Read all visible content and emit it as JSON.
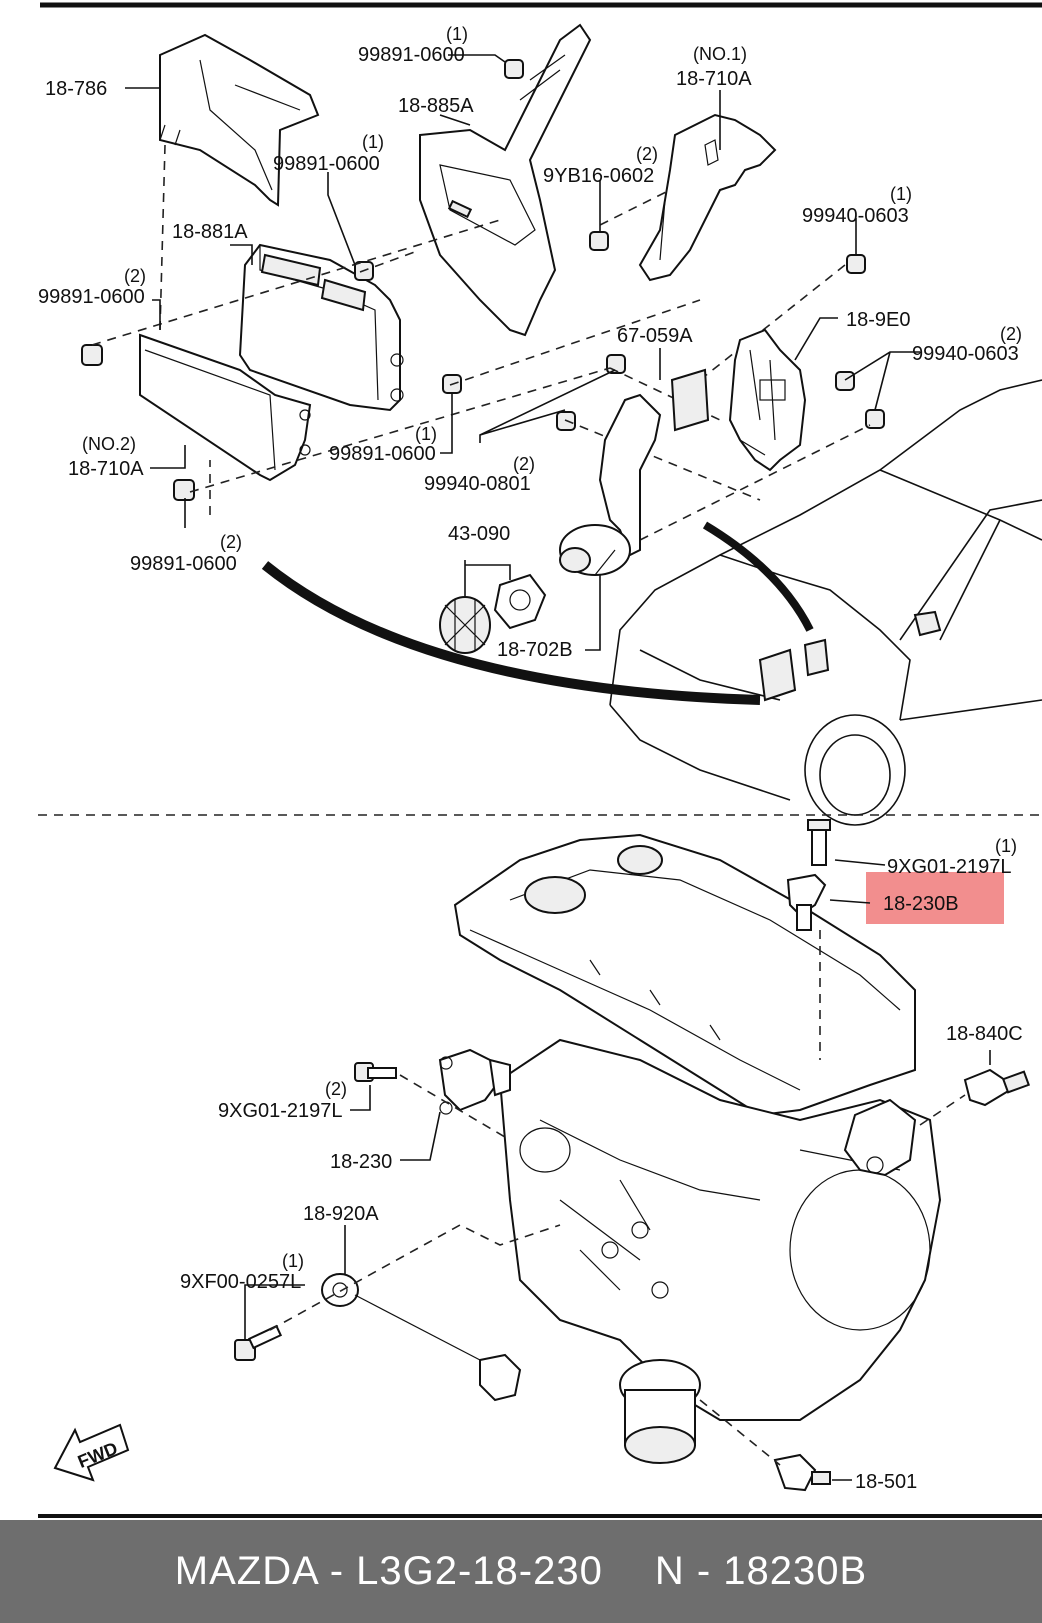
{
  "labels": {
    "l_18_786": "18-786",
    "l_99891_top": "99891-0600",
    "q_99891_top": "(1)",
    "l_18_885A": "18-885A",
    "q_no1": "(NO.1)",
    "l_18_710A_top": "18-710A",
    "q_99891_mid": "(1)",
    "l_99891_mid": "99891-0600",
    "q_9YB16": "(2)",
    "l_9YB16": "9YB16-0602",
    "q_99940_0603a": "(1)",
    "l_99940_0603a": "99940-0603",
    "l_18_881A": "18-881A",
    "q_99891_left": "(2)",
    "l_99891_left": "99891-0600",
    "l_67_059A": "67-059A",
    "l_18_9E0": "18-9E0",
    "q_99940_0603b": "(2)",
    "l_99940_0603b": "99940-0603",
    "q_no2": "(NO.2)",
    "l_18_710A_bot": "18-710A",
    "q_99891_lower": "(1)",
    "l_99891_lower": "99891-0600",
    "q_99940_0801": "(2)",
    "l_99940_0801": "99940-0801",
    "q_99891_bottom": "(2)",
    "l_99891_bottom": "99891-0600",
    "l_43_090": "43-090",
    "l_18_702B": "18-702B",
    "q_9XG01_top": "(1)",
    "l_9XG01_top": "9XG01-2197L",
    "l_18_230B": "18-230B",
    "l_18_840C": "18-840C",
    "q_9XG01_bot": "(2)",
    "l_9XG01_bot": "9XG01-2197L",
    "l_18_230": "18-230",
    "l_18_920A": "18-920A",
    "q_9XF00": "(1)",
    "l_9XF00": "9XF00-0257L",
    "l_18_501": "18-501",
    "fwd": "FWD"
  },
  "highlight_color": "#f07a7a",
  "footer": {
    "left": "MAZDA - L3G2-18-230",
    "right": "N - 18230B"
  }
}
